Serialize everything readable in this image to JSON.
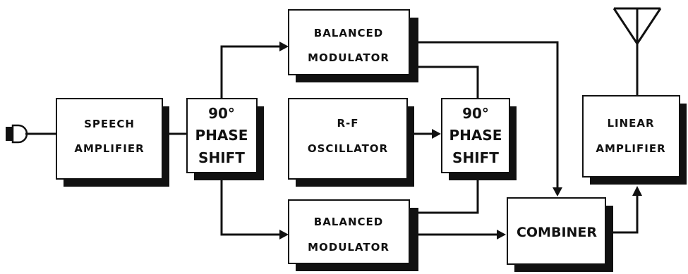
{
  "blocks": {
    "speech_amplifier": [
      "SPEECH",
      "AMPLIFIER"
    ],
    "phase_shift_1": [
      "90°",
      "PHASE",
      "SHIFT"
    ],
    "balanced_modulator_top": [
      "BALANCED",
      "MODULATOR"
    ],
    "rf_oscillator": [
      "R-F",
      "OSCILLATOR"
    ],
    "phase_shift_2": [
      "90°",
      "PHASE",
      "SHIFT"
    ],
    "balanced_modulator_bottom": [
      "BALANCED",
      "MODULATOR"
    ],
    "combiner": [
      "COMBINER"
    ],
    "linear_amplifier": [
      "LINEAR",
      "AMPLIFIER"
    ]
  },
  "icons": {
    "input": "microphone-icon",
    "output": "antenna-icon"
  },
  "colors": {
    "line": "#111111",
    "background": "#ffffff"
  }
}
